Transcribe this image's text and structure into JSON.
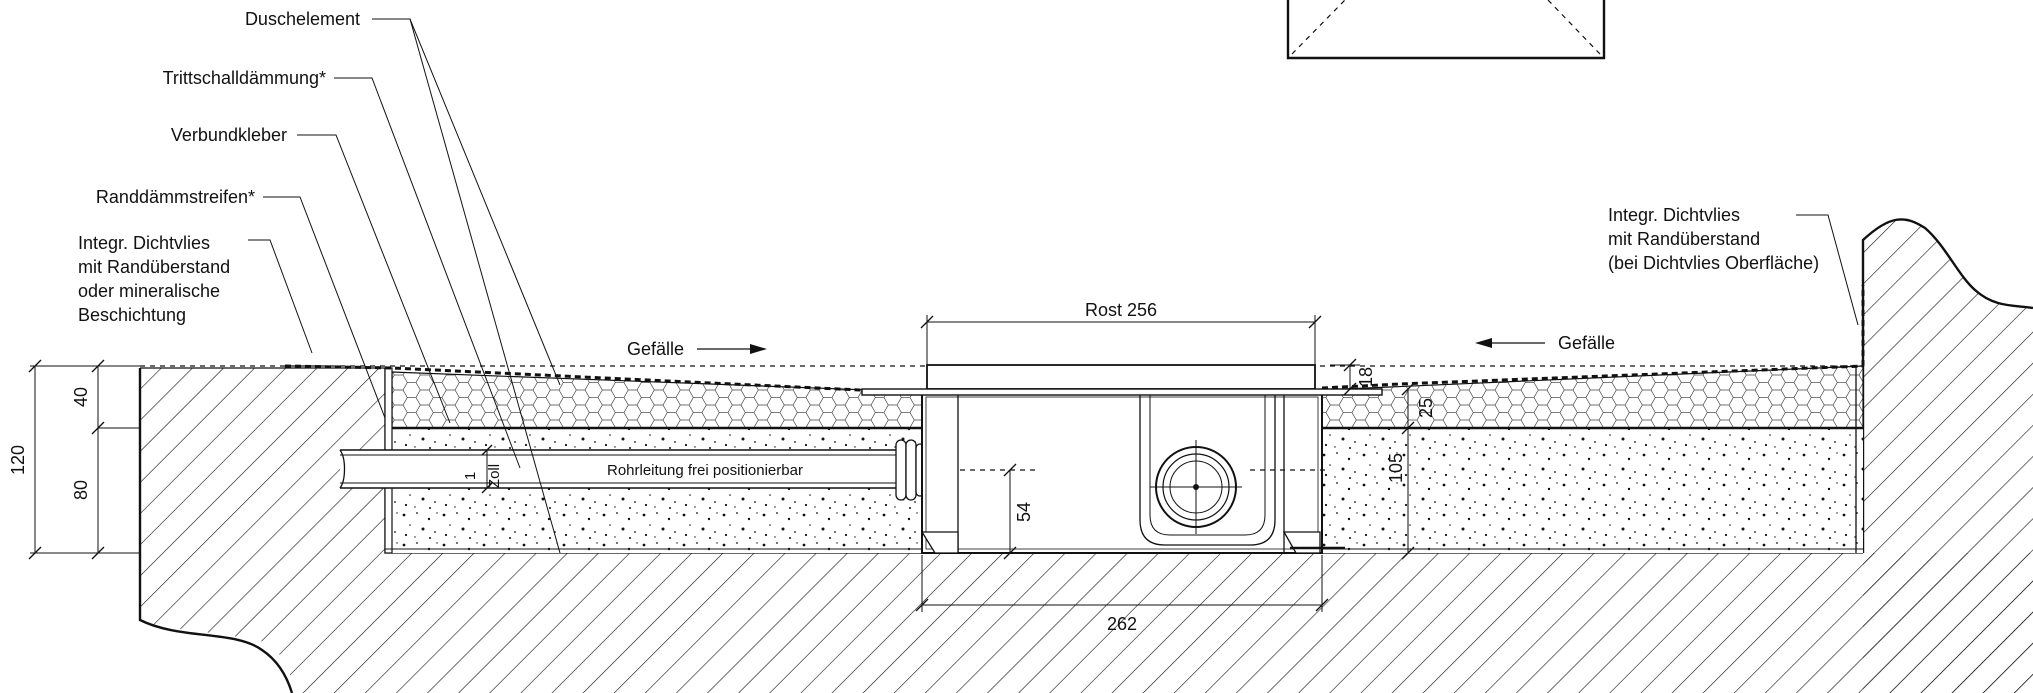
{
  "labels": {
    "duschelement": "Duschelement",
    "trittschall": "Trittschalldämmung*",
    "verbundkleber": "Verbundkleber",
    "randdaemm": "Randdämmstreifen*",
    "dichtvlies_left_1": "Integr. Dichtvlies",
    "dichtvlies_left_2": "mit Randüberstand",
    "dichtvlies_left_3": "oder mineralische",
    "dichtvlies_left_4": "Beschichtung",
    "dichtvlies_right_1": "Integr. Dichtvlies",
    "dichtvlies_right_2": "mit Randüberstand",
    "dichtvlies_right_3": "(bei Dichtvlies Oberfläche)",
    "gefaelle_left": "Gefälle",
    "gefaelle_right": "Gefälle",
    "rohrleitung": "Rohrleitung frei positionierbar",
    "zoll_1": "1",
    "zoll_2": "Zoll"
  },
  "dimensions": {
    "rost": "Rost 256",
    "d262": "262",
    "d120": "120",
    "d40": "40",
    "d80": "80",
    "d54": "54",
    "d18": "18",
    "d25": "25",
    "d105": "105"
  },
  "colors": {
    "ink": "#111111",
    "background": "#ffffff"
  }
}
